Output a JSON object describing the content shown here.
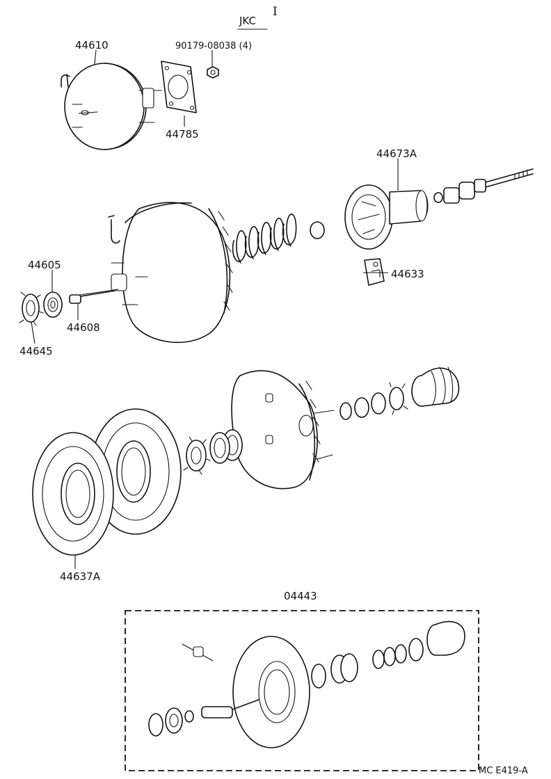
{
  "header": {
    "group_code": "JKC",
    "index_mark": "I"
  },
  "labels": {
    "p44610": "44610",
    "p90179": "90179-08038 (4)",
    "p44785": "44785",
    "p44673A": "44673A",
    "p44605": "44605",
    "p44633": "44633",
    "p44608": "44608",
    "p44645": "44645",
    "p44637A": "44637A",
    "p04443": "04443"
  },
  "footer": {
    "figure_code": "MC E419-A"
  }
}
